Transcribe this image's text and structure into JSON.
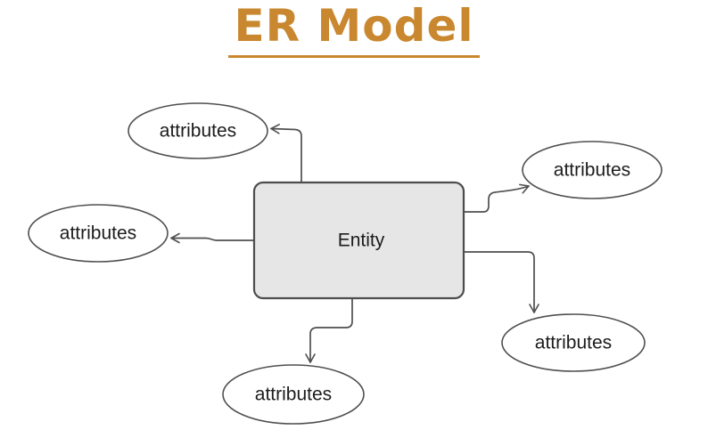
{
  "title": {
    "text": "ER Model",
    "color": "#C9882F"
  },
  "diagram": {
    "entity": {
      "label": "Entity",
      "fill": "#e6e6e6",
      "border_color": "#4d4d4d"
    },
    "attributes": [
      {
        "position": "top-left",
        "label": "attributes"
      },
      {
        "position": "left",
        "label": "attributes"
      },
      {
        "position": "top-right",
        "label": "attributes"
      },
      {
        "position": "bottom-right",
        "label": "attributes"
      },
      {
        "position": "bottom-center",
        "label": "attributes"
      }
    ],
    "connector_color": "#4f4f4f",
    "text_color": "#1c1c1c"
  }
}
